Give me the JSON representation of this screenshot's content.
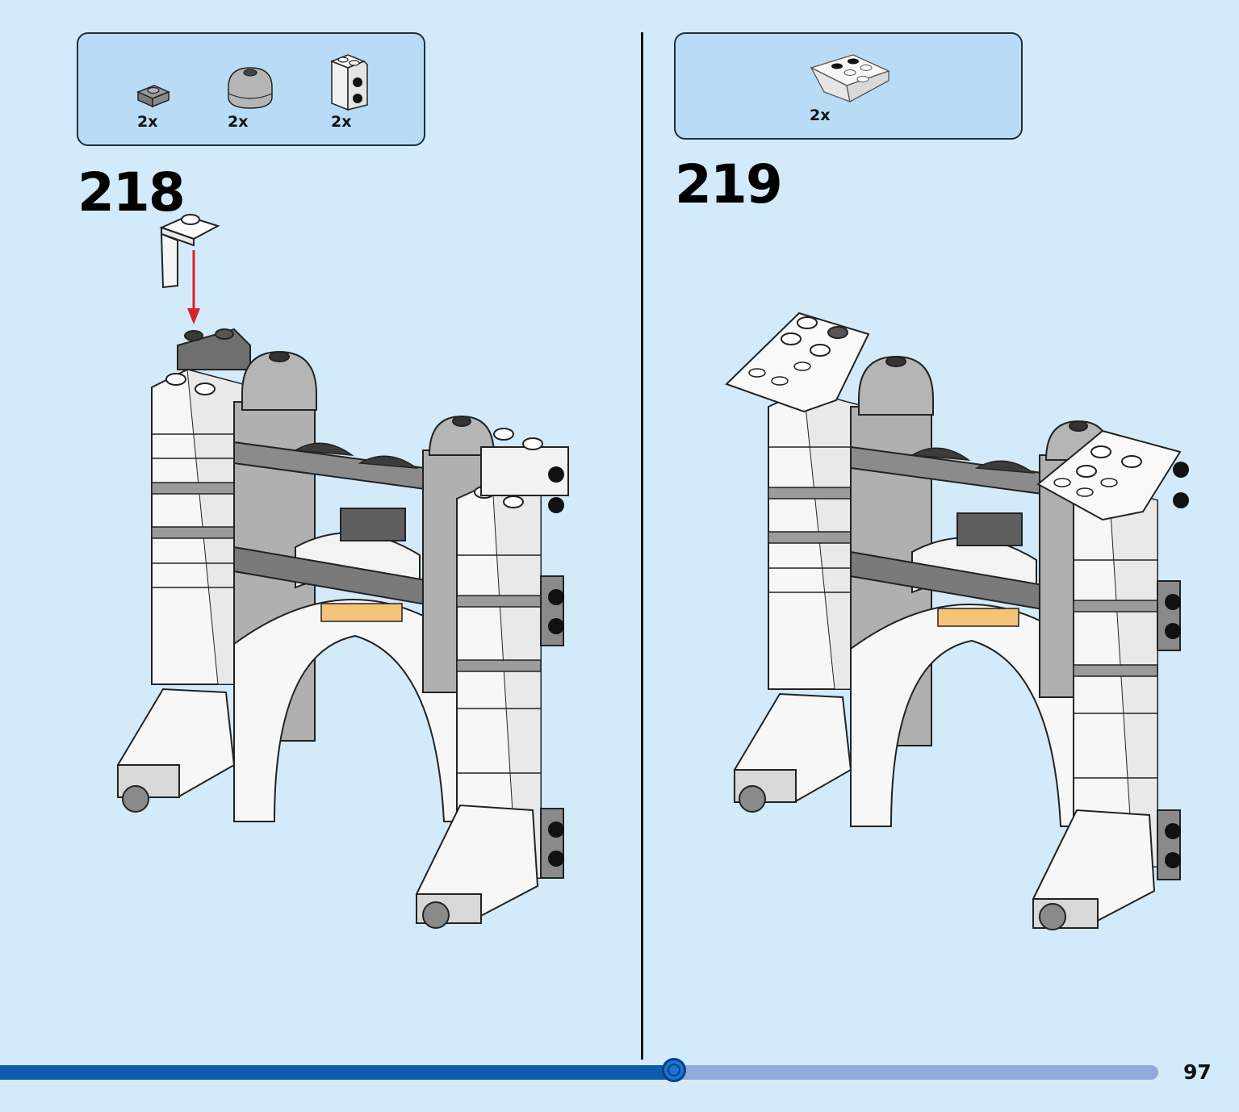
{
  "steps": [
    {
      "number": "218",
      "parts": [
        {
          "icon": "plate-1x1-dark-gray-icon",
          "qty": "2x"
        },
        {
          "icon": "round-dome-light-gray-icon",
          "qty": "2x"
        },
        {
          "icon": "bracket-white-icon",
          "qty": "2x"
        }
      ]
    },
    {
      "number": "219",
      "parts": [
        {
          "icon": "slope-inverted-white-icon",
          "qty": "2x"
        }
      ]
    }
  ],
  "progress": {
    "fraction": 0.57
  },
  "page_number": "97",
  "colors": {
    "background": "#d3eafa",
    "parts_box": "#b9dcf6",
    "progress_fill": "#0d5aae",
    "progress_track": "#8eabdc",
    "arrow": "#d9222a"
  }
}
